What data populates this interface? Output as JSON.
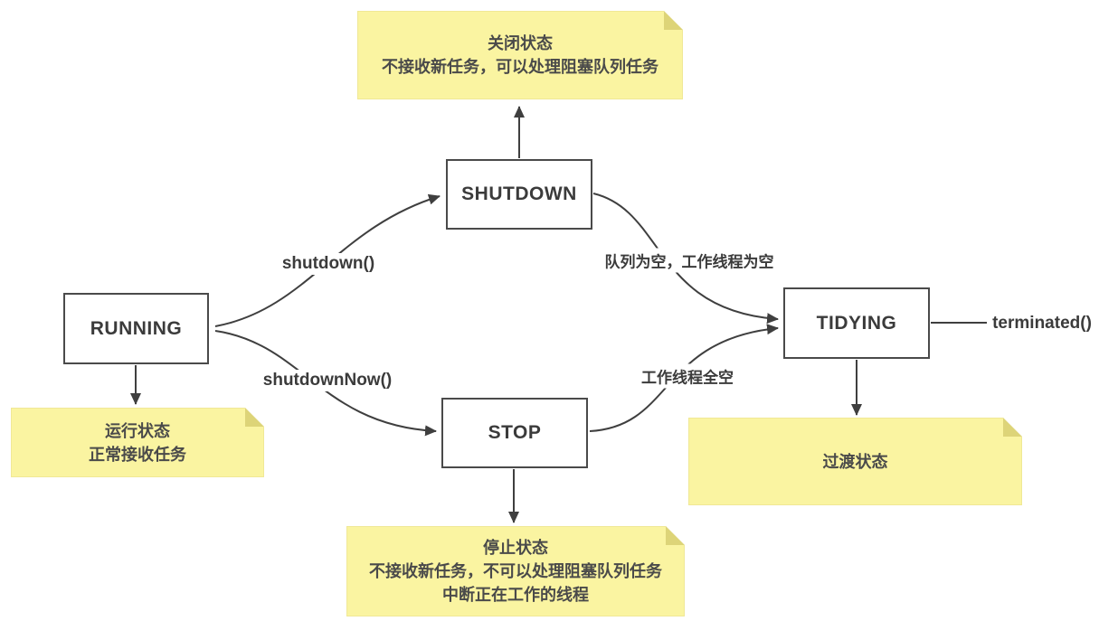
{
  "diagram": {
    "states": {
      "running": "RUNNING",
      "shutdown": "SHUTDOWN",
      "stop": "STOP",
      "tidying": "TIDYING"
    },
    "transitions": {
      "shutdown_call": "shutdown()",
      "shutdown_now_call": "shutdownNow()",
      "queue_empty": "队列为空，工作线程为空",
      "workers_all_empty": "工作线程全空",
      "terminated_call": "terminated()"
    },
    "notes": {
      "shutdown_state": {
        "line1": "关闭状态",
        "line2": "不接收新任务，可以处理阻塞队列任务"
      },
      "running_state": {
        "line1": "运行状态",
        "line2": "正常接收任务"
      },
      "stop_state": {
        "line1": "停止状态",
        "line2": "不接收新任务，不可以处理阻塞队列任务",
        "line3": "中断正在工作的线程"
      },
      "tidying_state": {
        "line1": "过渡状态"
      }
    },
    "colors": {
      "note_background": "#FAF4A1",
      "note_fold": "#DDD478",
      "line": "#3F3F3F",
      "text": "#3B3B3B",
      "box_background": "#FFFFFF"
    }
  }
}
